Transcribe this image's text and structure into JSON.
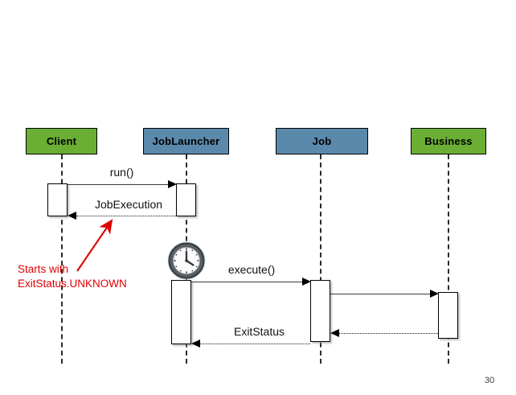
{
  "slide": {
    "page_number": "30",
    "background": "#ffffff"
  },
  "colors": {
    "actor_green": "#6AAF34",
    "actor_blue": "#5B89AC",
    "annotation_red": "#e00000",
    "line_black": "#000000"
  },
  "actors": [
    {
      "id": "client",
      "label": "Client",
      "color": "green"
    },
    {
      "id": "joblauncher",
      "label": "JobLauncher",
      "color": "blue"
    },
    {
      "id": "job",
      "label": "Job",
      "color": "blue"
    },
    {
      "id": "business",
      "label": "Business",
      "color": "green"
    }
  ],
  "messages": [
    {
      "id": "run",
      "label": "run()",
      "from": "client",
      "to": "joblauncher",
      "kind": "call"
    },
    {
      "id": "jobexec",
      "label": "JobExecution",
      "from": "joblauncher",
      "to": "client",
      "kind": "return"
    },
    {
      "id": "execute",
      "label": "execute()",
      "from": "joblauncher",
      "to": "job",
      "kind": "call"
    },
    {
      "id": "bizcall",
      "label": "",
      "from": "job",
      "to": "business",
      "kind": "call"
    },
    {
      "id": "bizreturn",
      "label": "",
      "from": "business",
      "to": "job",
      "kind": "return"
    },
    {
      "id": "exitstatus",
      "label": "ExitStatus",
      "from": "job",
      "to": "joblauncher",
      "kind": "return"
    }
  ],
  "annotation": {
    "line1": "Starts with",
    "line2": "ExitStatus.UNKNOWN"
  },
  "icons": {
    "clock": "clock-icon"
  }
}
